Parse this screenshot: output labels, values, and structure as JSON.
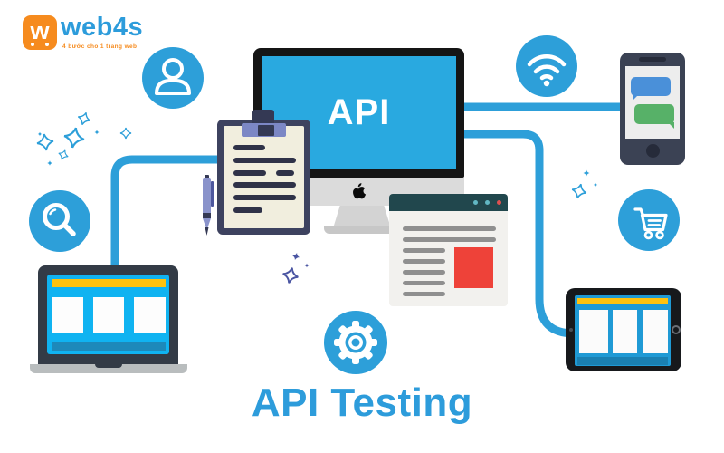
{
  "colors": {
    "primary_blue": "#2D9FD9",
    "monitor_screen_blue": "#29A9E0",
    "laptop_screen_cyan": "#10B3F1",
    "tablet_screen_blue": "#1F9AD5",
    "accent_yellow": "#FFC20E",
    "dark_slate": "#333B46",
    "phone_slate": "#3B4254",
    "browser_header_teal": "#21474D",
    "red_accent": "#EE4239",
    "clipboard_navy": "#3D425F",
    "clipboard_paper": "#F1EEDE",
    "clip_periwinkle": "#7C87C5",
    "sparkle_indigo": "#4A55A2",
    "logo_orange": "#F68B1E",
    "text_blue": "#2D9CDB",
    "bubble_blue": "#4A90D9",
    "bubble_green": "#57B168"
  },
  "logo": {
    "badge": "w",
    "name": "web4s",
    "tagline": "4 bước cho 1 trang web"
  },
  "monitor": {
    "screen_label": "API"
  },
  "caption": {
    "text": "API Testing"
  },
  "icons": {
    "circles": [
      "user-icon",
      "wifi-icon",
      "search-icon",
      "cart-icon",
      "gear-icon"
    ],
    "other": [
      "apple-logo-icon",
      "sparkle-icon",
      "chat-bubble-icon",
      "browser-dots-icon"
    ]
  }
}
